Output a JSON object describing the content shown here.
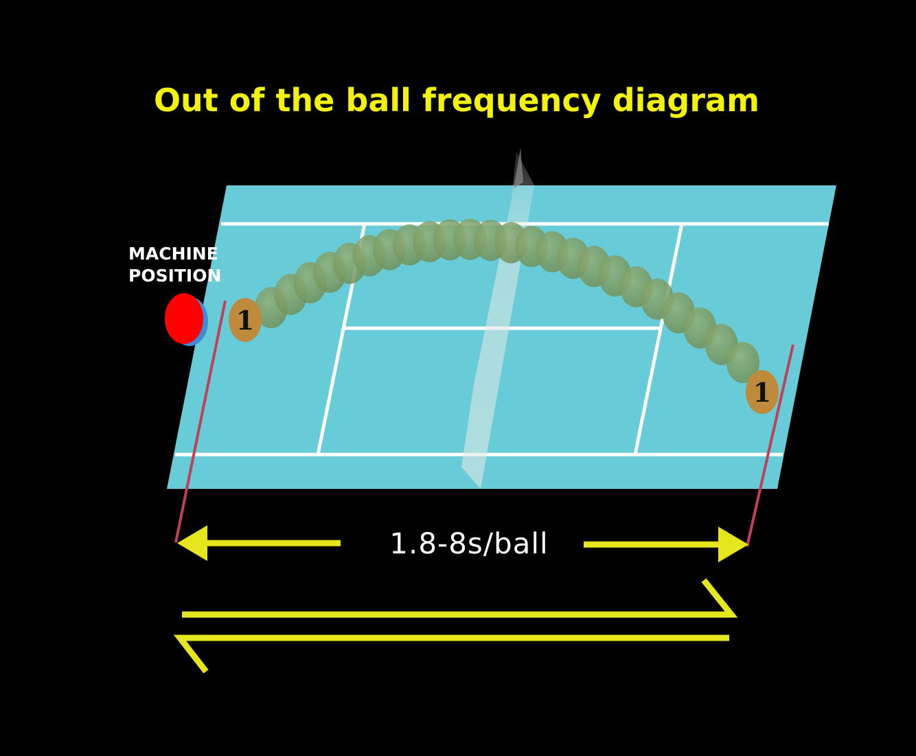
{
  "title": "Out of the ball frequency diagram",
  "machine_label": {
    "line1": "MACHINE",
    "line2": "POSITION"
  },
  "frequency_label": "1.8-8s/ball",
  "ball_markers": {
    "start": "1",
    "end": "1"
  },
  "trajectory_balls": 24,
  "colors": {
    "background": "#000000",
    "court": "#68CCD8",
    "court_lines": "#FFFFFF",
    "title": "#F2F20A",
    "arrow": "#E6E61E",
    "machine": "#FF0000",
    "ball_trail": "#7E9E64",
    "ball_marker": "#C08A3C",
    "marker_line": "#C0405A"
  }
}
